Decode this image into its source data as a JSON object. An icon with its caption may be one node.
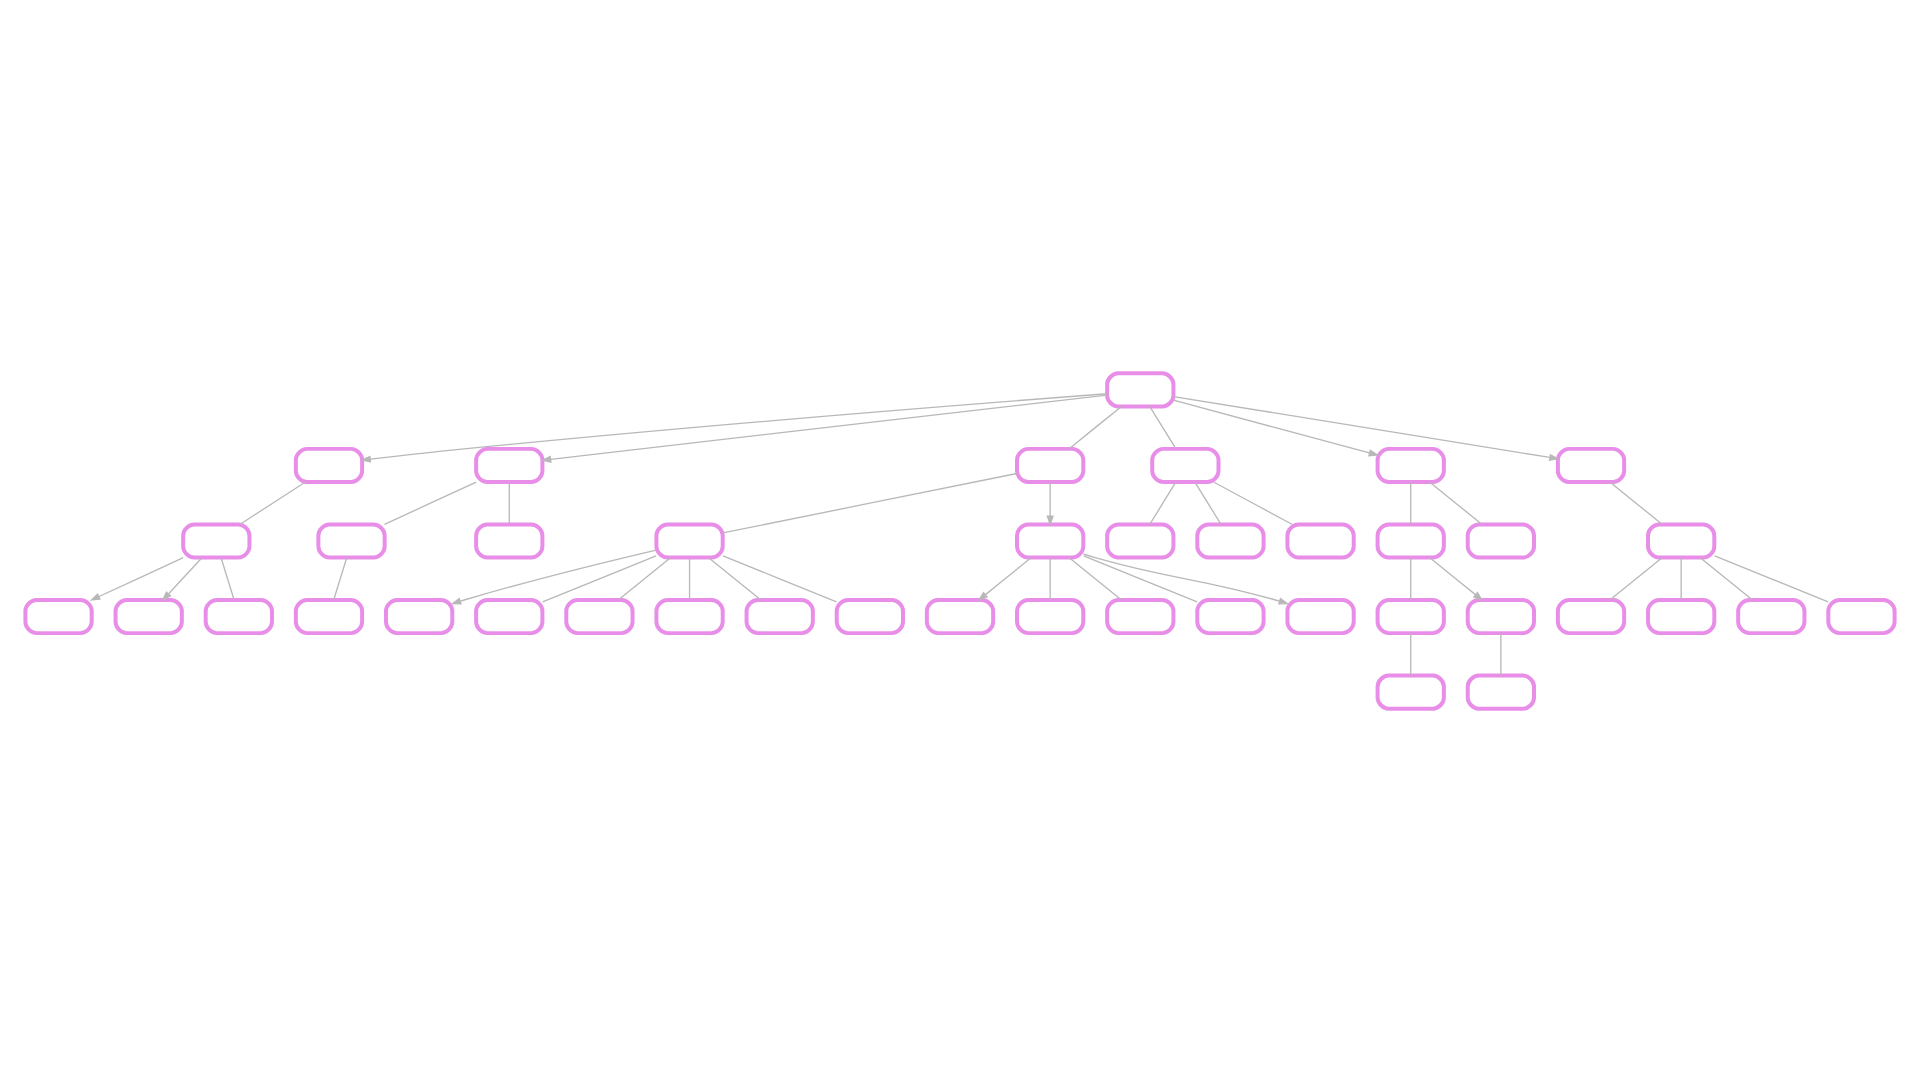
{
  "diagram": {
    "nodes": [
      {
        "text": [],
        "shape": "box"
      },
      {
        "text": [],
        "shape": "box"
      },
      {
        "text": [],
        "shape": "box"
      },
      {
        "text": [],
        "shape": "box"
      },
      {
        "text": [],
        "shape": "box"
      },
      {
        "text": [],
        "shape": "box"
      },
      {
        "text": [],
        "shape": "box"
      },
      {
        "text": [],
        "shape": "box"
      },
      {
        "text": [],
        "shape": "box"
      },
      {
        "text": [],
        "shape": "box"
      },
      {
        "text": [],
        "shape": "box"
      },
      {
        "text": [],
        "shape": "box"
      },
      {
        "text": [],
        "shape": "box"
      },
      {
        "text": [],
        "shape": "box"
      },
      {
        "text": [],
        "shape": "box"
      },
      {
        "text": [],
        "shape": "box"
      },
      {
        "text": [],
        "shape": "box"
      },
      {
        "text": [],
        "shape": "box"
      },
      {
        "text": [],
        "shape": "box"
      },
      {
        "text": [],
        "shape": "box"
      },
      {
        "text": [],
        "shape": "box"
      },
      {
        "text": [],
        "shape": "box"
      },
      {
        "text": [],
        "shape": "box"
      },
      {
        "text": [],
        "shape": "box"
      },
      {
        "text": [],
        "shape": "box"
      },
      {
        "text": [],
        "shape": "box"
      },
      {
        "text": [],
        "shape": "box"
      },
      {
        "text": [],
        "shape": "box"
      },
      {
        "text": [],
        "shape": "box"
      },
      {
        "text": [],
        "shape": "box"
      },
      {
        "text": [],
        "shape": "box"
      },
      {
        "text": [],
        "shape": "box"
      },
      {
        "text": [],
        "shape": "box"
      },
      {
        "text": [],
        "shape": "box"
      },
      {
        "text": [],
        "shape": "box"
      },
      {
        "text": [],
        "shape": "box"
      },
      {
        "text": [],
        "shape": "box"
      },
      {
        "text": [],
        "shape": "box"
      },
      {
        "text": [],
        "shape": "box"
      },
      {
        "text": [],
        "shape": "box"
      },
      {
        "text": [],
        "shape": "box"
      }
    ],
    "edges": [
      {
        "from": 1,
        "to": 0,
        "arrow": "to"
      },
      {
        "from": 1,
        "to": 2,
        "arrow": "to"
      },
      {
        "from": 1,
        "to": 3,
        "arrow": "none"
      },
      {
        "from": 1,
        "to": 4,
        "arrow": "none"
      },
      {
        "from": 1,
        "to": 5,
        "arrow": "to"
      },
      {
        "from": 1,
        "to": 6,
        "arrow": "to"
      },
      {
        "from": 0,
        "to": 7,
        "arrow": "none"
      },
      {
        "from": 7,
        "to": 8,
        "arrow": "to"
      },
      {
        "from": 7,
        "to": 9,
        "arrow": "to"
      },
      {
        "from": 7,
        "to": 10,
        "arrow": "none"
      },
      {
        "from": 2,
        "to": 11,
        "arrow": "none"
      },
      {
        "from": 2,
        "to": 12,
        "arrow": "none"
      },
      {
        "from": 11,
        "to": 13,
        "arrow": "none"
      },
      {
        "from": 3,
        "to": 14,
        "arrow": "none"
      },
      {
        "from": 3,
        "to": 15,
        "arrow": "to"
      },
      {
        "from": 14,
        "to": 16,
        "arrow": "to"
      },
      {
        "from": 14,
        "to": 17,
        "arrow": "none"
      },
      {
        "from": 14,
        "to": 18,
        "arrow": "none"
      },
      {
        "from": 14,
        "to": 19,
        "arrow": "none"
      },
      {
        "from": 14,
        "to": 20,
        "arrow": "none"
      },
      {
        "from": 14,
        "to": 21,
        "arrow": "none"
      },
      {
        "from": 15,
        "to": 22,
        "arrow": "to"
      },
      {
        "from": 15,
        "to": 23,
        "arrow": "none"
      },
      {
        "from": 15,
        "to": 24,
        "arrow": "none"
      },
      {
        "from": 15,
        "to": 25,
        "arrow": "none"
      },
      {
        "from": 15,
        "to": 26,
        "arrow": "to"
      },
      {
        "from": 4,
        "to": 27,
        "arrow": "none"
      },
      {
        "from": 4,
        "to": 28,
        "arrow": "none"
      },
      {
        "from": 4,
        "to": 29,
        "arrow": "none"
      },
      {
        "from": 5,
        "to": 30,
        "arrow": "none"
      },
      {
        "from": 5,
        "to": 31,
        "arrow": "none"
      },
      {
        "from": 30,
        "to": 32,
        "arrow": "none"
      },
      {
        "from": 30,
        "to": 33,
        "arrow": "to"
      },
      {
        "from": 32,
        "to": 34,
        "arrow": "none"
      },
      {
        "from": 33,
        "to": 35,
        "arrow": "none"
      },
      {
        "from": 6,
        "to": 36,
        "arrow": "none"
      },
      {
        "from": 36,
        "to": 37,
        "arrow": "none"
      },
      {
        "from": 36,
        "to": 38,
        "arrow": "none"
      },
      {
        "from": 36,
        "to": 39,
        "arrow": "none"
      },
      {
        "from": 36,
        "to": 40,
        "arrow": "none"
      }
    ]
  }
}
